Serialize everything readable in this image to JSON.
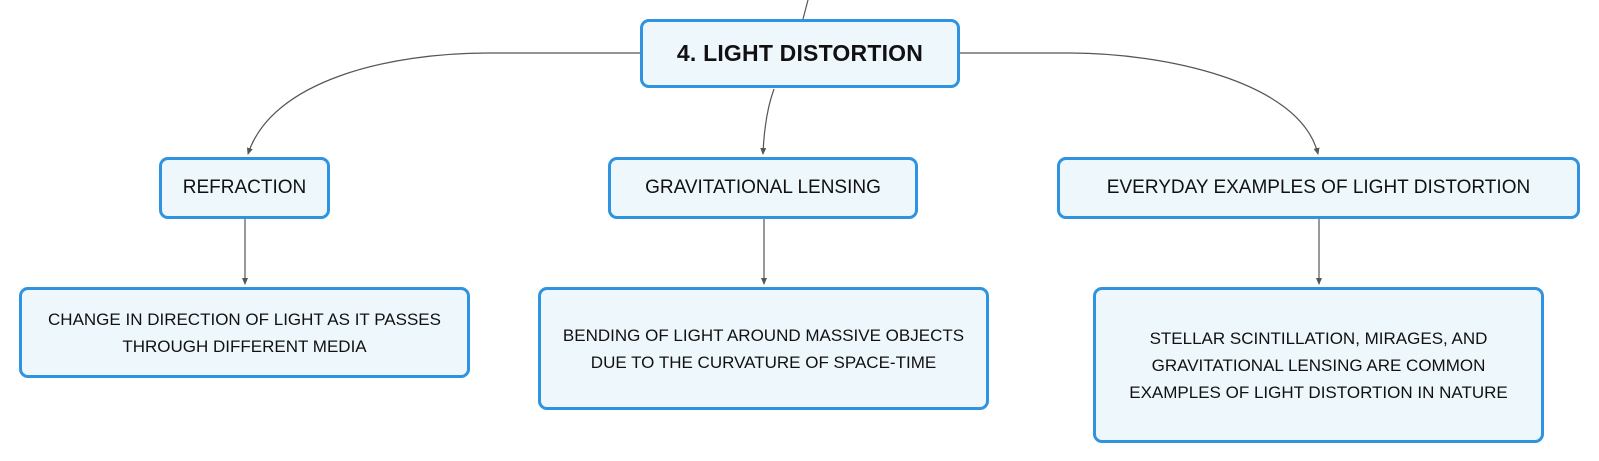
{
  "colors": {
    "node_border": "#2f93df",
    "node_fill": "#eef7fc",
    "connector": "#555555",
    "text": "#111111"
  },
  "root": {
    "label": "4. LIGHT DISTORTION"
  },
  "branches": [
    {
      "label": "REFRACTION",
      "description": "CHANGE IN DIRECTION OF LIGHT AS IT PASSES THROUGH DIFFERENT MEDIA"
    },
    {
      "label": "GRAVITATIONAL LENSING",
      "description": "BENDING OF LIGHT AROUND MASSIVE OBJECTS DUE TO THE CURVATURE OF SPACE-TIME"
    },
    {
      "label": "EVERYDAY EXAMPLES OF LIGHT DISTORTION",
      "description": "STELLAR SCINTILLATION, MIRAGES, AND GRAVITATIONAL LENSING ARE COMMON EXAMPLES OF LIGHT DISTORTION IN NATURE"
    }
  ]
}
